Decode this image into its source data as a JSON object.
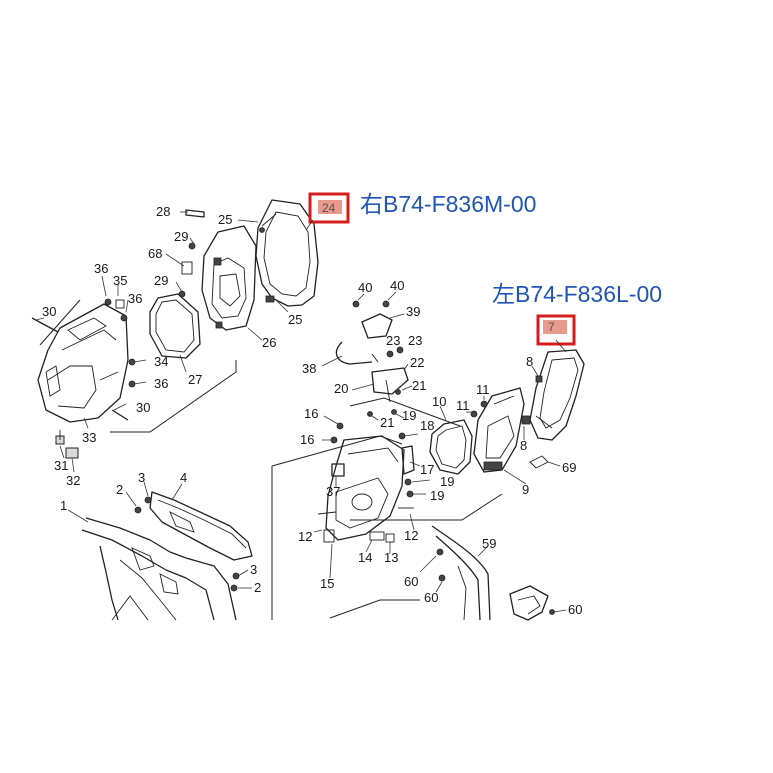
{
  "callouts": {
    "right_cover": {
      "ref": "24",
      "part_number": "右B74-F836M-00"
    },
    "left_cover": {
      "ref": "7",
      "part_number": "左B74-F836L-00"
    }
  },
  "labels": {
    "l28": "28",
    "l25a": "25",
    "l29a": "29",
    "l68": "68",
    "l36a": "36",
    "l35": "35",
    "l29b": "29",
    "l36b": "36",
    "l30a": "30",
    "l27": "27",
    "l26": "26",
    "l25b": "25",
    "l34": "34",
    "l36c": "36",
    "l30b": "30",
    "l33": "33",
    "l31": "31",
    "l32": "32",
    "l40a": "40",
    "l40b": "40",
    "l39": "39",
    "l23a": "23",
    "l23b": "23",
    "l22": "22",
    "l38": "38",
    "l20": "20",
    "l21a": "21",
    "l21b": "21",
    "l16a": "16",
    "l16b": "16",
    "l19a": "19",
    "l18": "18",
    "l17": "17",
    "l19b": "19",
    "l19c": "19",
    "l37": "37",
    "l12a": "12",
    "l12b": "12",
    "l14": "14",
    "l13": "13",
    "l15": "15",
    "l10": "10",
    "l11a": "11",
    "l11b": "11",
    "l8a": "8",
    "l8b": "8",
    "l9": "9",
    "l69": "69",
    "l59": "59",
    "l60a": "60",
    "l60b": "60",
    "l60c": "60",
    "l3a": "3",
    "l4": "4",
    "l2a": "2",
    "l1": "1",
    "l3b": "3",
    "l2b": "2"
  }
}
